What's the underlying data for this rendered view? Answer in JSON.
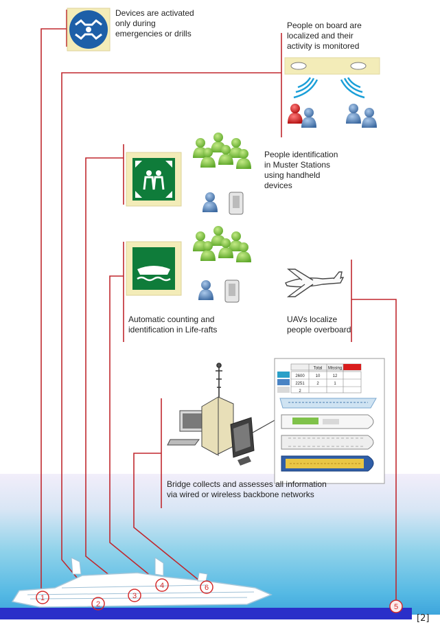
{
  "captions": {
    "c1": [
      "Devices are activated",
      "only during",
      "emergencies or drills"
    ],
    "c2": [
      "People on board are",
      "localized and their",
      "activity is monitored"
    ],
    "c3": [
      "People identification",
      "in Muster Stations",
      "using handheld",
      "devices"
    ],
    "c4": [
      "Automatic counting and",
      "identification in Life-rafts"
    ],
    "c5": [
      "UAVs localize",
      "people overboard"
    ],
    "c6": [
      "Bridge collects and assesses all information",
      "via wired or wireless backbone networks"
    ]
  },
  "markers": [
    "1",
    "2",
    "3",
    "4",
    "5",
    "6"
  ],
  "reference": "[2]",
  "bridge_table": {
    "headers": [
      "",
      "Total",
      "Missing",
      ""
    ],
    "rows": [
      [
        "",
        "2600",
        "10",
        "12"
      ],
      [
        "",
        "2251",
        "2",
        "1"
      ],
      [
        "",
        "2",
        "",
        ""
      ]
    ]
  },
  "colors": {
    "connector": "#c0272d",
    "marker": "#d42a2a",
    "sign_blue": "#1d5fa8",
    "sign_green": "#0f7c3a",
    "sign_frame": "#f3ecb8",
    "person_green": "#7cbf3a",
    "person_blue": "#5a86b8",
    "person_red": "#d11f1f",
    "sea_top": "#e9ecf7",
    "sea_mid": "#8ed3ea",
    "sea_bottom": "#3d9fd6",
    "deep_band": "#2a2fc9",
    "ship_hull": "#ffffff",
    "alert_red": "#d91c1c"
  }
}
